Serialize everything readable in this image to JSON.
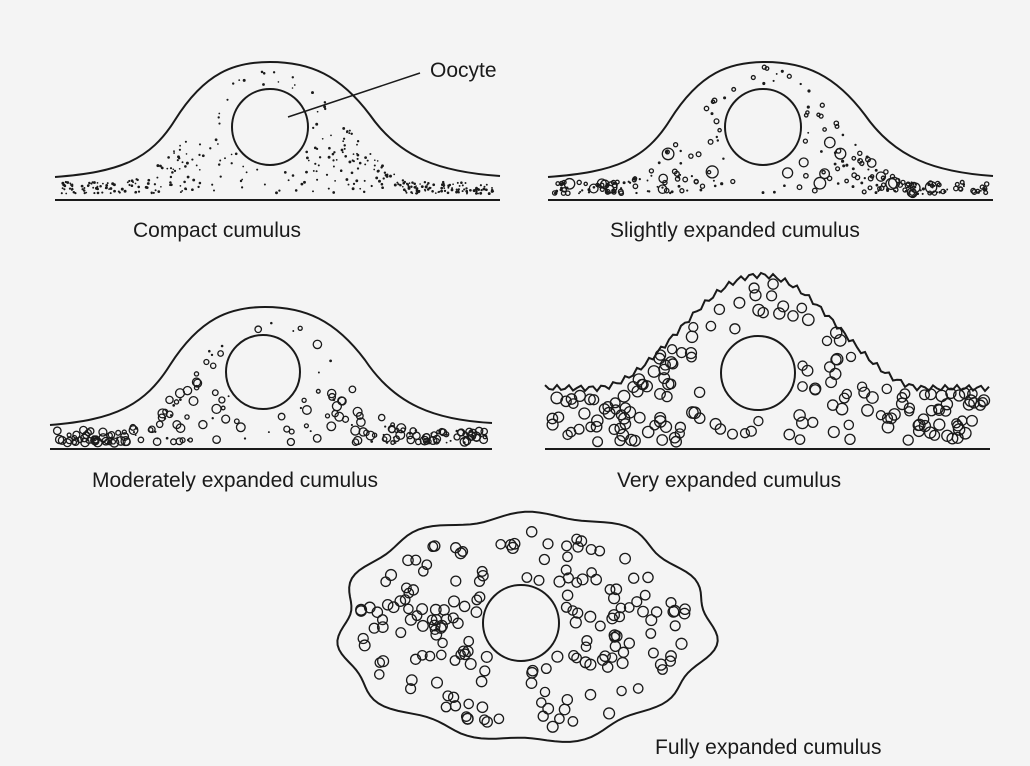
{
  "labels": {
    "oocyte": "Oocyte",
    "compact": "Compact cumulus",
    "slightly": "Slightly expanded cumulus",
    "moderately": "Moderately expanded cumulus",
    "very": "Very expanded cumulus",
    "fully": "Fully expanded cumulus"
  },
  "colors": {
    "ink": "#1a1a1a",
    "paper": "#f4f4f4"
  }
}
